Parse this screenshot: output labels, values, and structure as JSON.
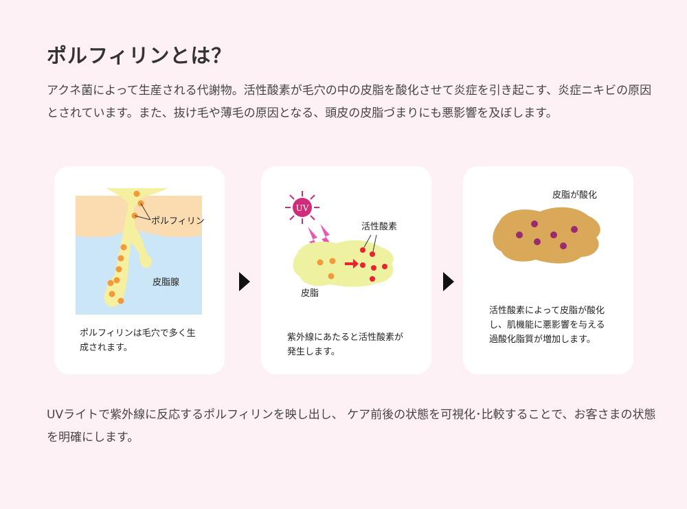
{
  "title": "ポルフィリンとは？",
  "intro": "アクネ菌によって生産される代謝物。活性酸素が毛穴の中の皮脂を酸化させて炎症を引き起こす、炎症ニキビの原因とされています。また、抜け毛や薄毛の原因となる、頭皮の皮脂づまりにも悪影響を及ぼします。",
  "steps": [
    {
      "labels": [
        "ポルフィリン",
        "皮脂腺"
      ],
      "caption": "ポルフィリンは毛穴で多く生成されます。"
    },
    {
      "labels": [
        "UV",
        "活性酸素",
        "皮脂"
      ],
      "caption": "紫外線にあたると活性酸素が発生します。"
    },
    {
      "labels": [
        "皮脂が酸化"
      ],
      "caption": "活性酸素によって皮脂が酸化し、肌機能に悪影響を与える過酸化脂質が増加します。"
    }
  ],
  "outro": "UVライトで紫外線に反応するポルフィリンを映し出し、 ケア前後の状態を可視化･比較することで、お客さまの状態を明確にします。",
  "colors": {
    "background": "#fdf1f5",
    "card": "#ffffff",
    "skin_top": "#fbdcb0",
    "skin_lower": "#cbe6f7",
    "sebum": "#f5f0a0",
    "porphyrin": "#f29a3a",
    "uv": "#d02c7c",
    "active_oxygen": "#e8222e",
    "oxidized_sebum": "#d9a858",
    "oxidized_dot": "#9a2b6e"
  }
}
